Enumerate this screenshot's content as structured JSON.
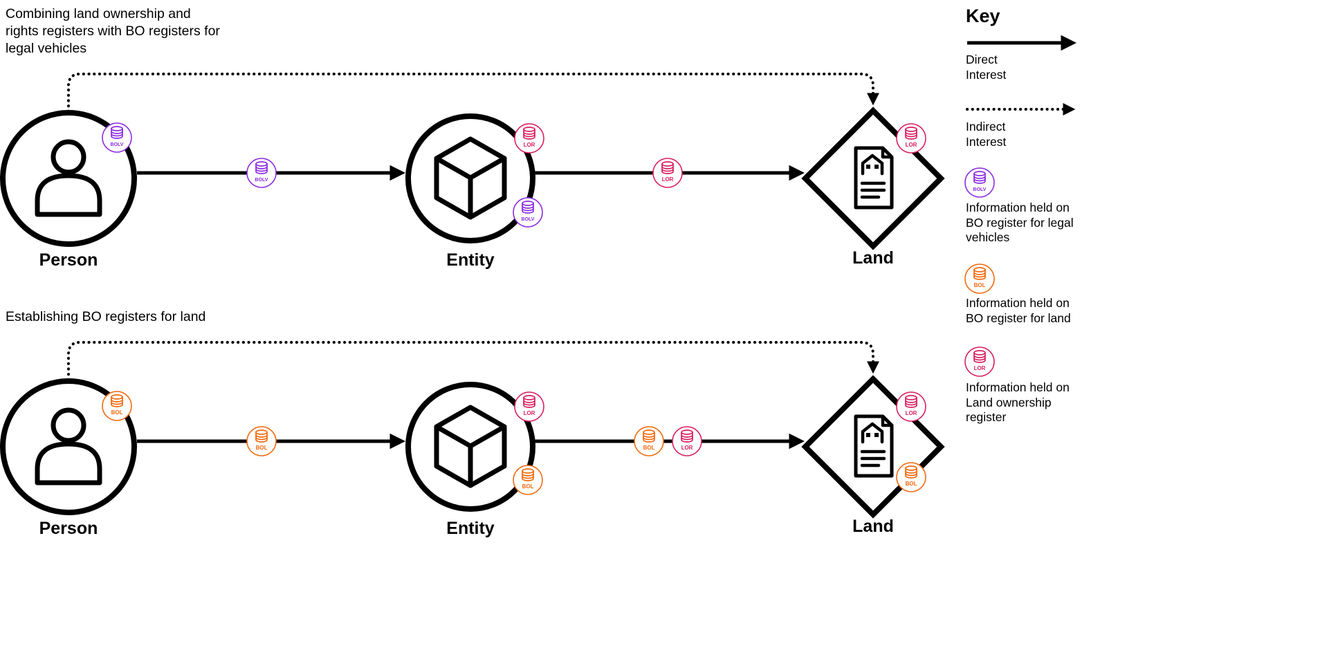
{
  "registers": {
    "BOLV": {
      "label": "BOLV",
      "color": "#8A2BE2"
    },
    "BOL": {
      "label": "BOL",
      "color": "#F1690D"
    },
    "LOR": {
      "label": "LOR",
      "color": "#D81E5F"
    }
  },
  "diagrams": [
    {
      "title": "Combining land ownership and\nrights registers with BO registers for\nlegal vehicles",
      "nodes": [
        {
          "id": "person",
          "label": "Person",
          "badges": [
            "BOLV"
          ]
        },
        {
          "id": "entity",
          "label": "Entity",
          "badges": [
            "LOR",
            "BOLV"
          ]
        },
        {
          "id": "land",
          "label": "Land",
          "badges": [
            "LOR"
          ]
        }
      ],
      "edges": [
        {
          "from": "Person",
          "to": "Entity",
          "type": "direct",
          "badges": [
            "BOLV"
          ]
        },
        {
          "from": "Entity",
          "to": "Land",
          "type": "direct",
          "badges": [
            "LOR"
          ]
        },
        {
          "from": "Person",
          "to": "Land",
          "type": "indirect",
          "badges": []
        }
      ]
    },
    {
      "title": "Establishing BO registers for land",
      "nodes": [
        {
          "id": "person",
          "label": "Person",
          "badges": [
            "BOL"
          ]
        },
        {
          "id": "entity",
          "label": "Entity",
          "badges": [
            "LOR",
            "BOL"
          ]
        },
        {
          "id": "land",
          "label": "Land",
          "badges": [
            "LOR",
            "BOL"
          ]
        }
      ],
      "edges": [
        {
          "from": "Person",
          "to": "Entity",
          "type": "direct",
          "badges": [
            "BOL"
          ]
        },
        {
          "from": "Entity",
          "to": "Land",
          "type": "direct",
          "badges": [
            "BOL",
            "LOR"
          ]
        },
        {
          "from": "Person",
          "to": "Land",
          "type": "indirect",
          "badges": []
        }
      ]
    }
  ],
  "key": {
    "title": "Key",
    "items": [
      {
        "type": "solid-arrow",
        "label": "Direct\nInterest"
      },
      {
        "type": "dotted-arrow",
        "label": "Indirect\nInterest"
      },
      {
        "type": "badge",
        "register": "BOLV",
        "label": "Information held on\nBO register for legal\nvehicles"
      },
      {
        "type": "badge",
        "register": "BOL",
        "label": "Information held on\nBO register for land"
      },
      {
        "type": "badge",
        "register": "LOR",
        "label": "Information held on\nLand ownership\nregister"
      }
    ]
  }
}
